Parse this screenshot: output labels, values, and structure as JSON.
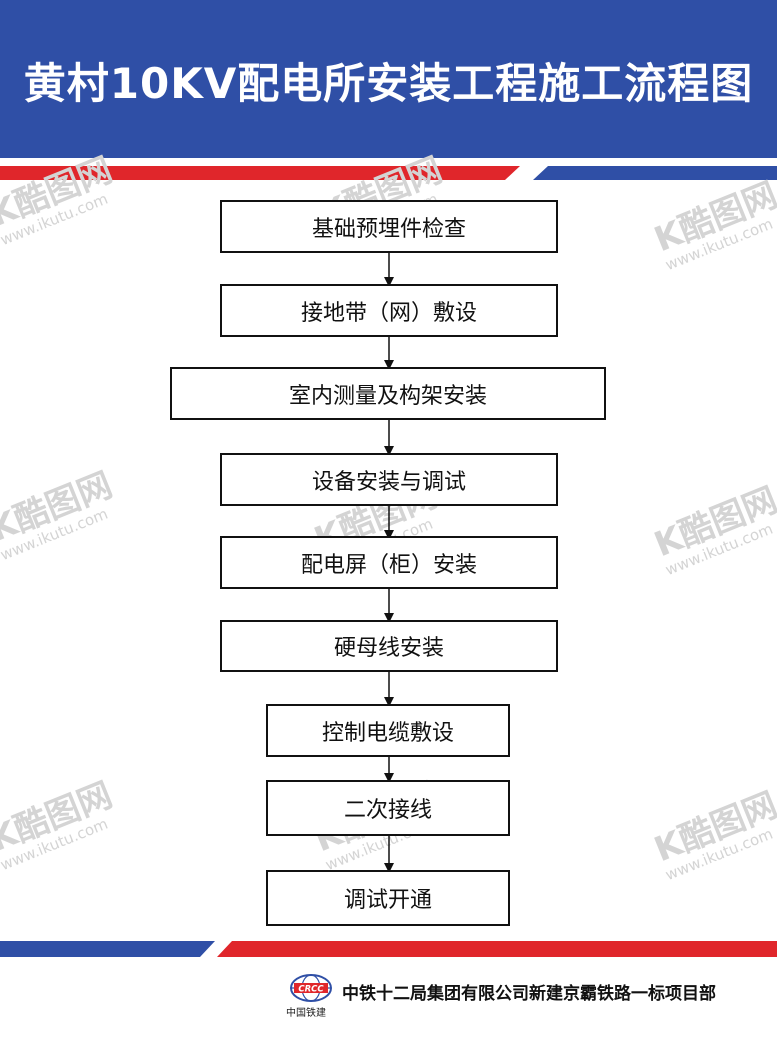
{
  "header": {
    "title": "黄村10KV配电所安装工程施工流程图"
  },
  "watermark": {
    "mark": "K酷图网",
    "url": "www.ikutu.com"
  },
  "flow": {
    "steps": [
      "基础预埋件检查",
      "接地带（网）敷设",
      "室内测量及构架安装",
      "设备安装与调试",
      "配电屏（柜）安装",
      "硬母线安装",
      "控制电缆敷设",
      "二次接线",
      "调试开通"
    ]
  },
  "footer": {
    "company": "中铁十二局集团有限公司新建京霸铁路一标项目部",
    "logo_text": "CRCC",
    "logo_label": "中国铁建"
  },
  "colors": {
    "blue": "#2f4fa6",
    "red": "#e0262b",
    "box_border": "#111111"
  }
}
